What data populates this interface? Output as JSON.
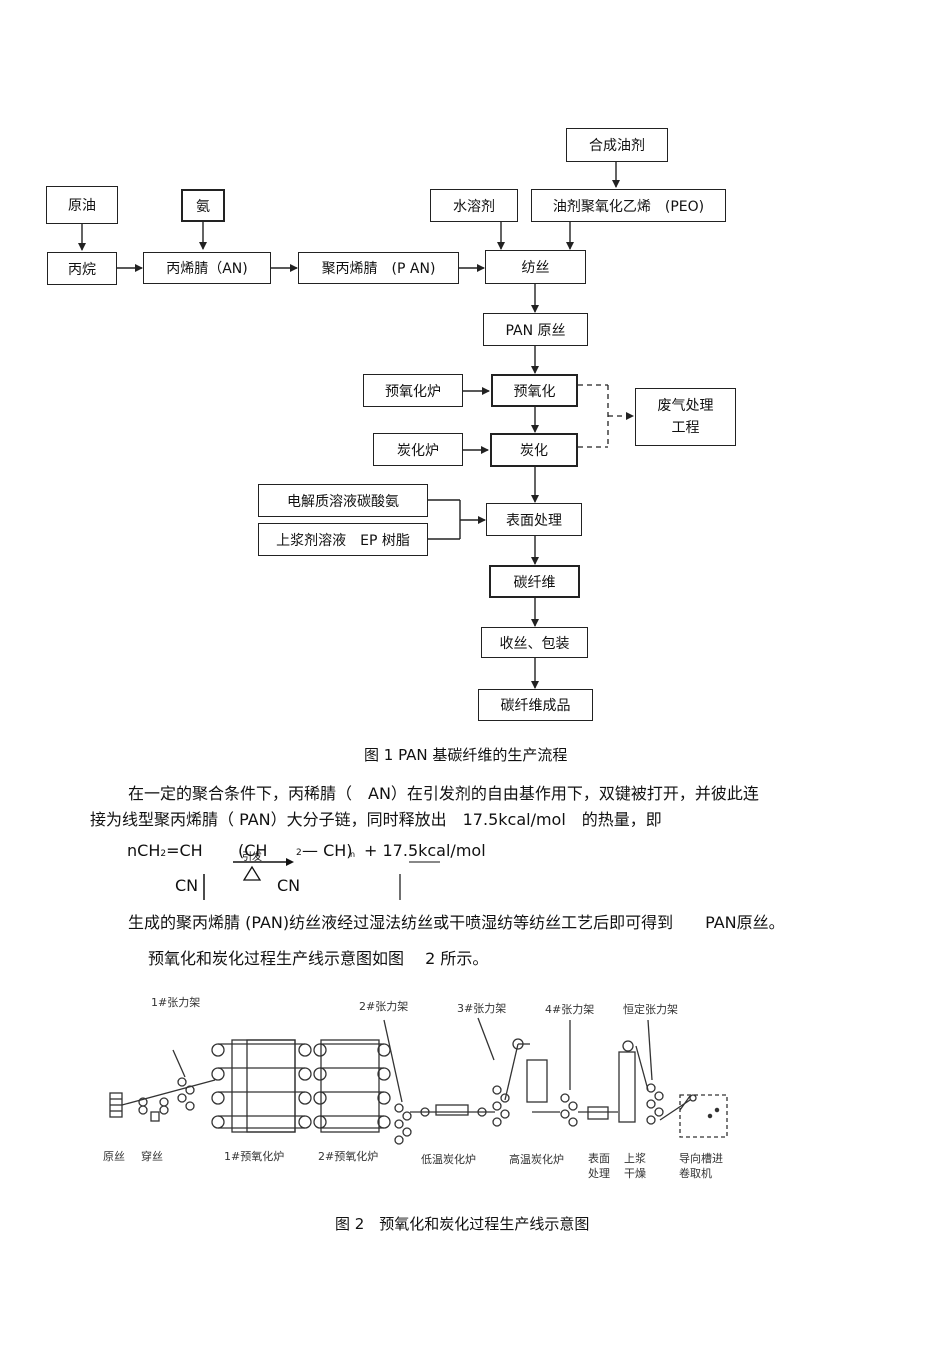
{
  "flow": {
    "hecheng_youji": "合成油剂",
    "yuanyou": "原油",
    "an_qi": "氨",
    "shuirongji": "水溶剂",
    "youji_peo": "油剂聚氧化乙烯　(PEO)",
    "bingwan": "丙烷",
    "bingxijing": "丙烯腈（AN)",
    "jubingxijing": "聚丙烯腈　(P AN)",
    "fangsi": "纺丝",
    "pan_yuansi": "PAN 原丝",
    "yuyanghualu": "预氧化炉",
    "yuyanghua": "预氧化",
    "feiqi_1": "废气处理",
    "feiqi_2": "工程",
    "tanhualu": "炭化炉",
    "tanhua": "炭化",
    "dianjiezhi": "电解质溶液碳酸氨",
    "shangjiang": "上浆剂溶液　EP 树脂",
    "biaomian": "表面处理",
    "tanxianwei": "碳纤维",
    "shousi": "收丝、包装",
    "chengpin": "碳纤维成品"
  },
  "caption1": "图 1  PAN 基碳纤维的生产流程",
  "para1_line1": "在一定的聚合条件下，丙稀腈（　AN）在引发剂的自由基作用下，双键被打开，并彼此连",
  "para1_line2": "接为线型聚丙烯腈（  PAN）大分子链，同时释放出　17.5kcal/mol　的热量，即",
  "equation": {
    "left": "nCH",
    "sub2": "2",
    "eq_ch": "=CH",
    "paren_ch": "(CH",
    "arrow_top": "引发",
    "sub2b": "2",
    "dash_ch": "— CH)",
    "sub_n": "n",
    "plus_heat": "+ 17.5kcal/mol",
    "cn_left": "CN",
    "cn_right": "CN"
  },
  "para2": "生成的聚丙烯腈 (PAN)纺丝液经过湿法纺丝或干喷湿纺等纺丝工艺后即可得到　　PAN原丝。",
  "para3": "预氧化和炭化过程生产线示意图如图　 2 所示。",
  "diagram2": {
    "labels_top": [
      "1#张力架",
      "2#张力架",
      "3#张力架",
      "4#张力架",
      "恒定张力架"
    ],
    "labels_bottom": [
      "原丝",
      "穿丝",
      "1#预氧化炉",
      "2#预氧化炉",
      "低温炭化炉",
      "高温炭化炉",
      "表面处理",
      "上浆干燥",
      "导向槽进卷取机"
    ]
  },
  "caption2": "图 2　预氧化和炭化过程生产线示意图"
}
